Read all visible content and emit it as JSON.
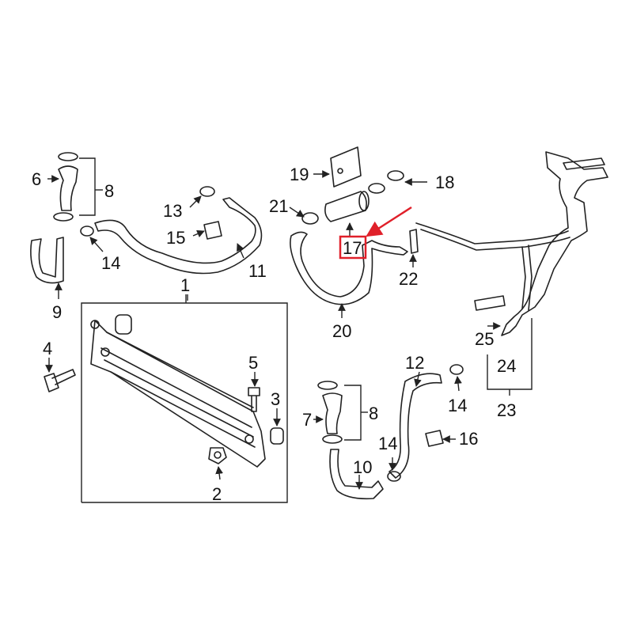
{
  "labels": {
    "l1": "1",
    "l2": "2",
    "l3": "3",
    "l4": "4",
    "l5": "5",
    "l6": "6",
    "l7": "7",
    "l8a": "8",
    "l8b": "8",
    "l9": "9",
    "l10": "10",
    "l11": "11",
    "l12": "12",
    "l13": "13",
    "l14a": "14",
    "l14b": "14",
    "l14c": "14",
    "l15": "15",
    "l16": "16",
    "l17": "17",
    "l18": "18",
    "l19": "19",
    "l20": "20",
    "l21": "21",
    "l22": "22",
    "l23": "23",
    "l24": "24",
    "l25": "25"
  },
  "highlight": {
    "part": "17",
    "color": "#e0202a"
  }
}
